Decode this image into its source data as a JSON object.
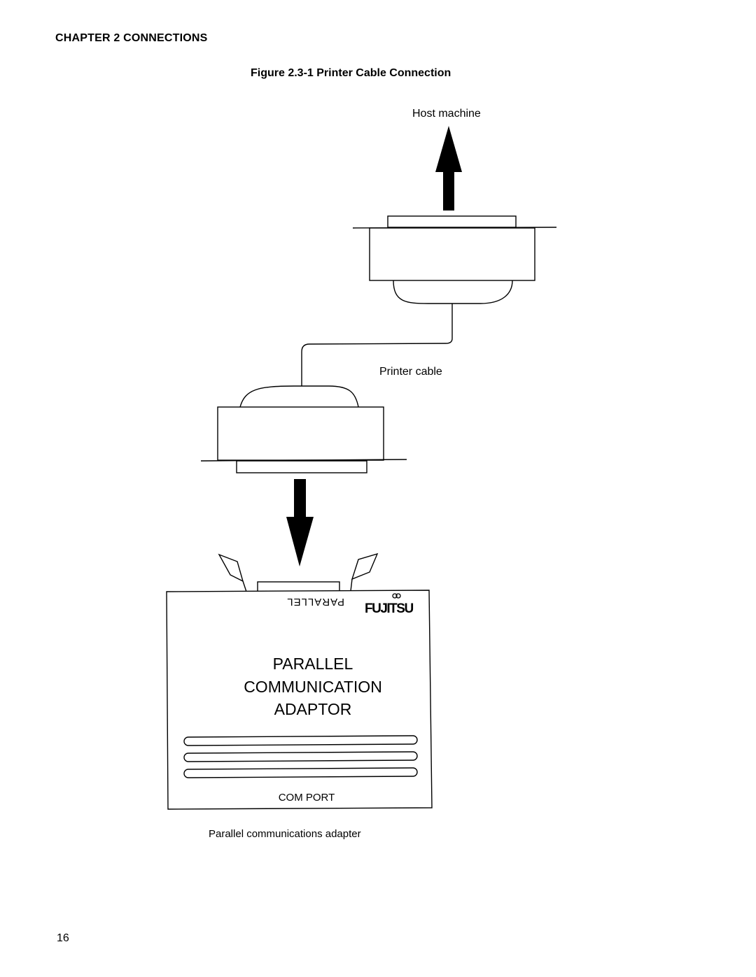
{
  "header": {
    "chapter": "CHAPTER 2  CONNECTIONS"
  },
  "figure": {
    "title": "Figure 2.3-1  Printer Cable Connection",
    "host_label": "Host machine",
    "cable_label": "Printer cable",
    "adapter": {
      "port_label_mirrored": "PARALLEL",
      "brand": "FUJITSU",
      "title_lines": [
        "PARALLEL",
        "COMMUNICATION",
        "ADAPTOR"
      ],
      "com_port_label": "COM PORT"
    },
    "caption": "Parallel communications adapter"
  },
  "footer": {
    "page_number": "16"
  }
}
